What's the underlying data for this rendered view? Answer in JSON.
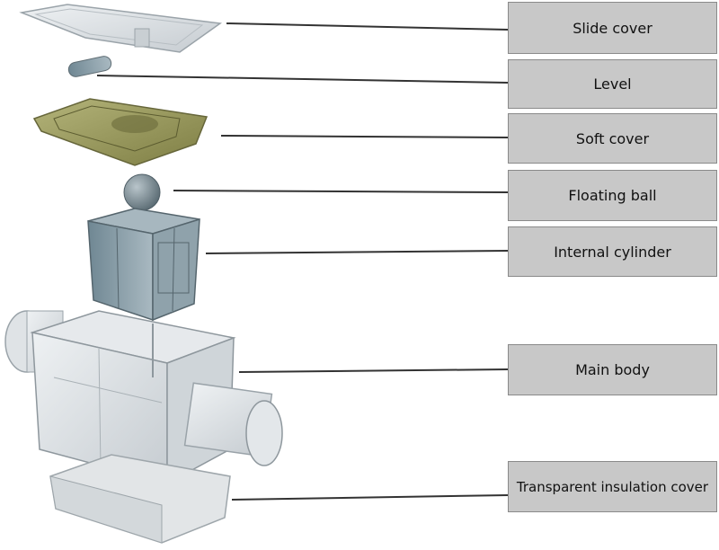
{
  "labels": [
    {
      "id": "slide-cover",
      "text": "Slide cover"
    },
    {
      "id": "level",
      "text": "Level"
    },
    {
      "id": "soft-cover",
      "text": "Soft cover"
    },
    {
      "id": "floating-ball",
      "text": "Floating ball"
    },
    {
      "id": "internal-cylinder",
      "text": "Internal cylinder"
    },
    {
      "id": "main-body",
      "text": "Main body"
    },
    {
      "id": "transparent-insulation-cover",
      "text": "Transparent insulation cover"
    }
  ],
  "colors": {
    "label_fill": "#c8c8c8",
    "label_border": "#8a8a8a",
    "leader_line": "#333333",
    "soft_cover": "#9a9a5a",
    "cylinder": "#7f96a2",
    "clear_part": "#d5dade"
  }
}
